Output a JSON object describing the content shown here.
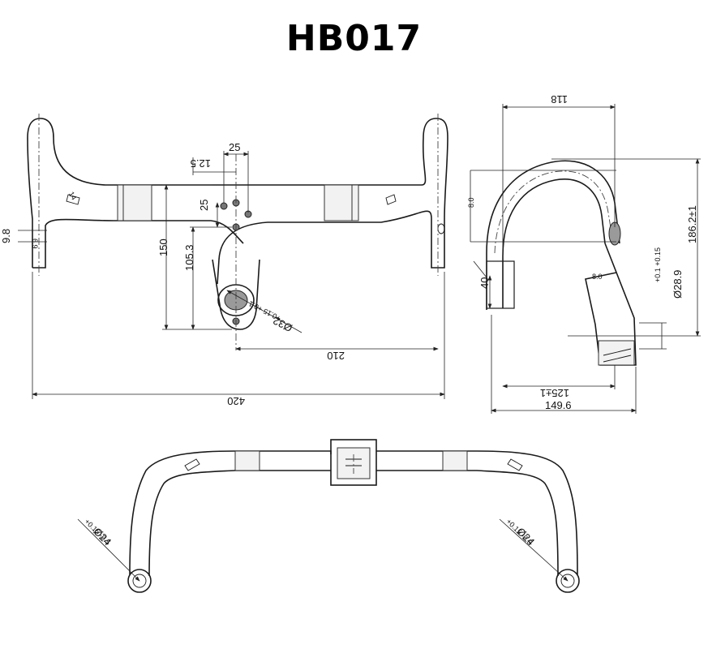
{
  "title": "HB017",
  "front_view": {
    "dims": {
      "top_spacing": "25",
      "top_offset": "12.5",
      "hole_spacing": "25",
      "height_total": "150",
      "height_clamp": "105.3",
      "clamp_diameter": "Ø32",
      "clamp_tol": "+0.15 +0.1",
      "half_width": "210",
      "full_width": "420",
      "end_size_a": "9.8",
      "end_size_b": "6.9",
      "port_size": "14"
    }
  },
  "side_view": {
    "dims": {
      "reach": "118",
      "drop": "186.2±1",
      "small_a": "8.0",
      "small_b": "8.0",
      "end_length": "40",
      "steerer_diameter": "Ø28.9",
      "steerer_tol": "+0.1 +0.15",
      "stack": "125±1",
      "overall_length": "149.6"
    }
  },
  "top_view": {
    "dims": {
      "left_bar_end": "Ø24",
      "left_tol": "+0.15 -0.5",
      "right_bar_end": "Ø24",
      "right_tol": "+0.15 -0.5"
    }
  }
}
